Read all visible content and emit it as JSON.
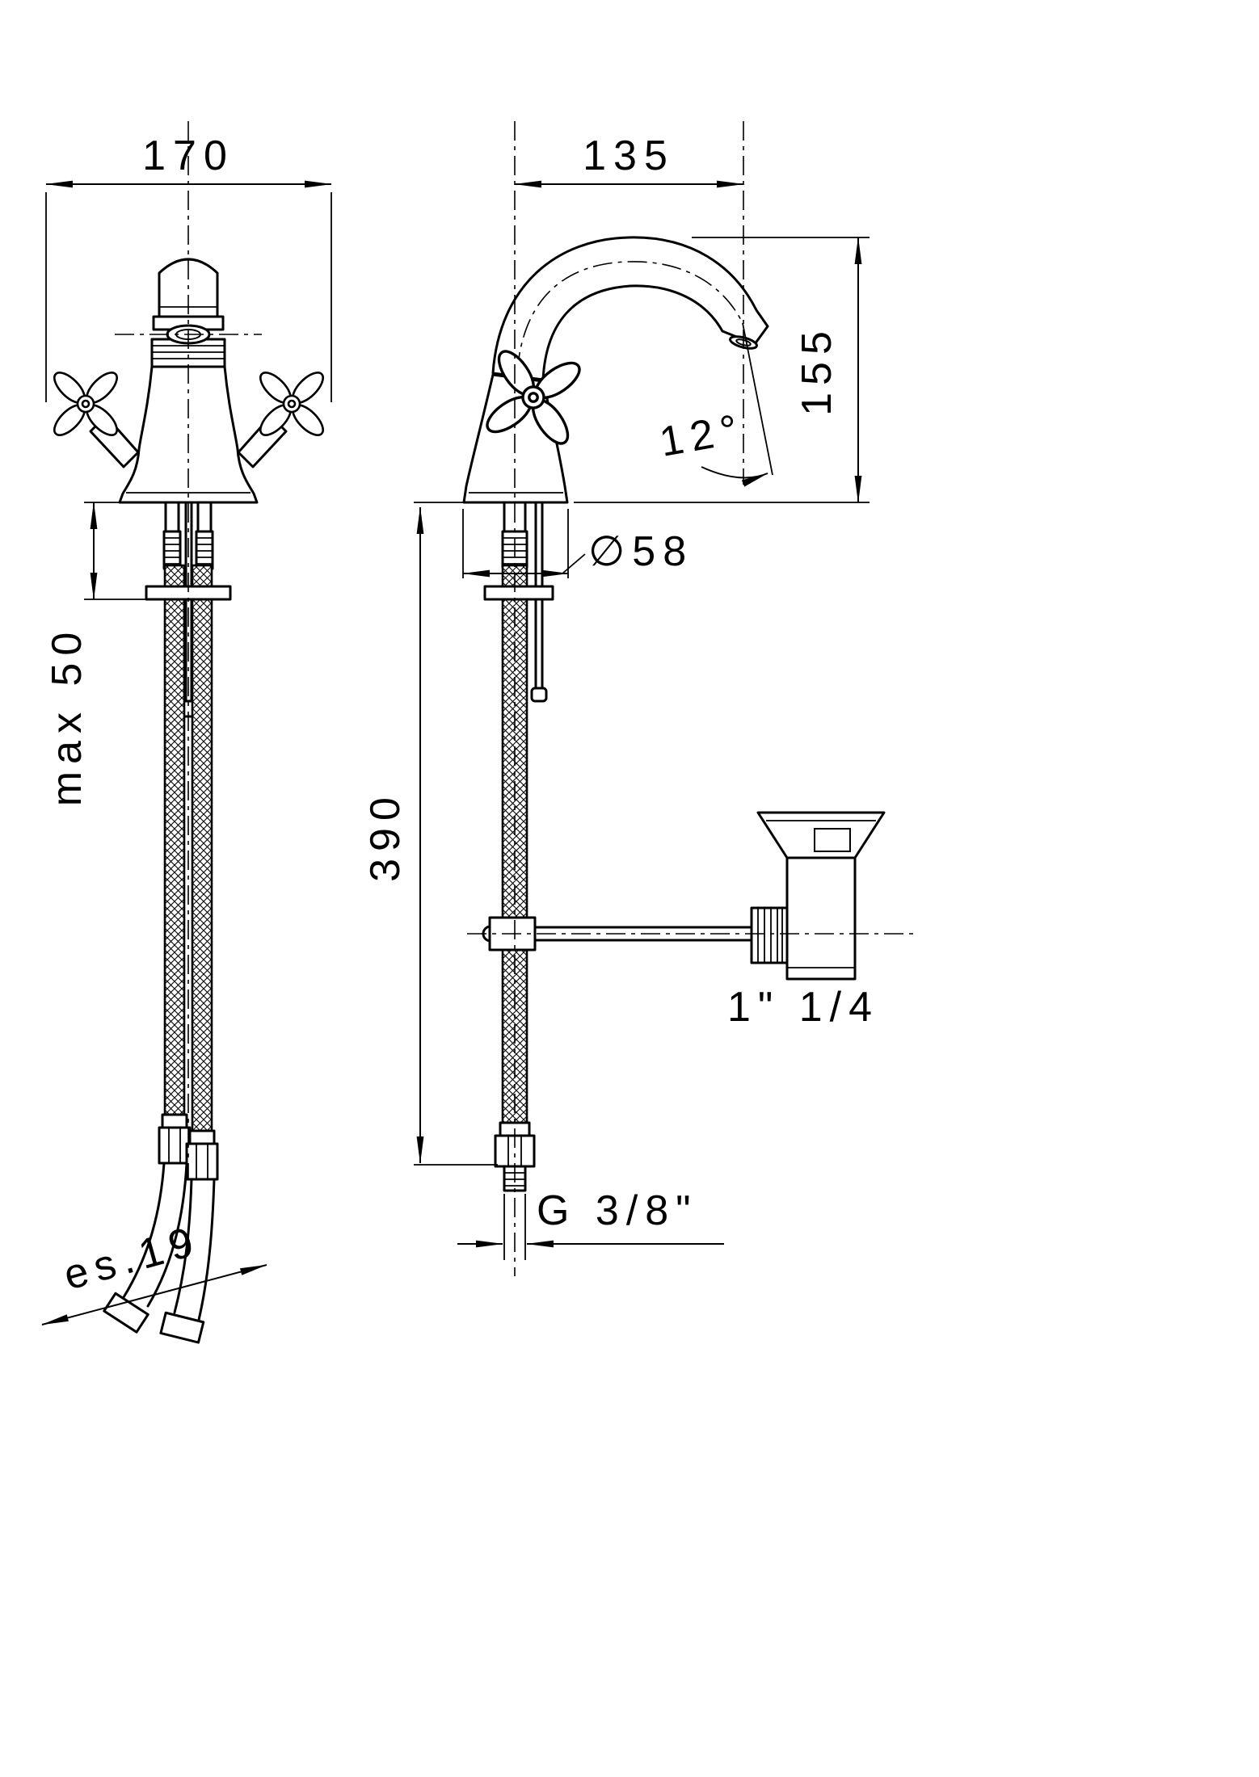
{
  "drawing": {
    "background": "#ffffff",
    "ink": "#000000"
  },
  "labels": {
    "front_width": "170",
    "side_depth": "135",
    "spout_height": "155",
    "spout_angle": "12°",
    "base_diameter": "∅58",
    "deck_max": "max 50",
    "overall_height": "390",
    "waste_size": "1\" 1/4",
    "supply_thread": "G 3/8\"",
    "hose_hex": "es.19"
  }
}
